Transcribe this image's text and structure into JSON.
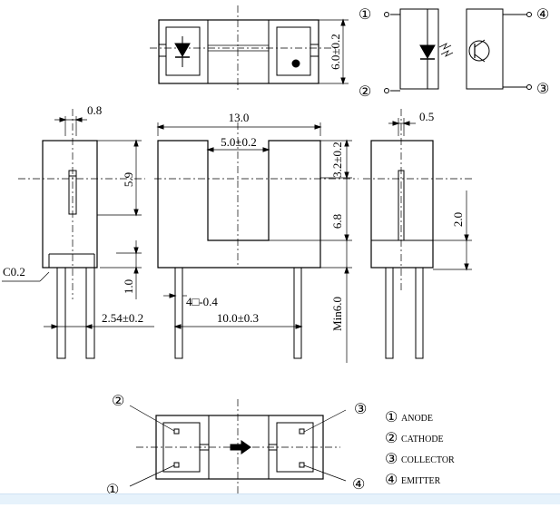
{
  "dimensions": {
    "top_height": "6.0±0.2",
    "side_pin_width": "0.8",
    "side_body_height": "5.9",
    "body_width": "13.0",
    "slot_width": "5.0±0.2",
    "slot_top": "3.2±0.2",
    "slot_depth": "6.8",
    "lead_length": "1.0",
    "chamfer": "C0.2",
    "pin_pitch": "2.54±0.2",
    "pin_section": "4□-0.4",
    "lead_spacing": "10.0±0.3",
    "min_lead": "Min6.0",
    "right_pin_width": "0.5",
    "right_height": "2.0"
  },
  "pins": {
    "p1": "①",
    "p2": "②",
    "p3": "③",
    "p4": "④"
  },
  "legend": [
    {
      "num": "①",
      "label": "ANODE"
    },
    {
      "num": "②",
      "label": "CATHODE"
    },
    {
      "num": "③",
      "label": "COLLECTOR"
    },
    {
      "num": "④",
      "label": "EMITTER"
    }
  ]
}
